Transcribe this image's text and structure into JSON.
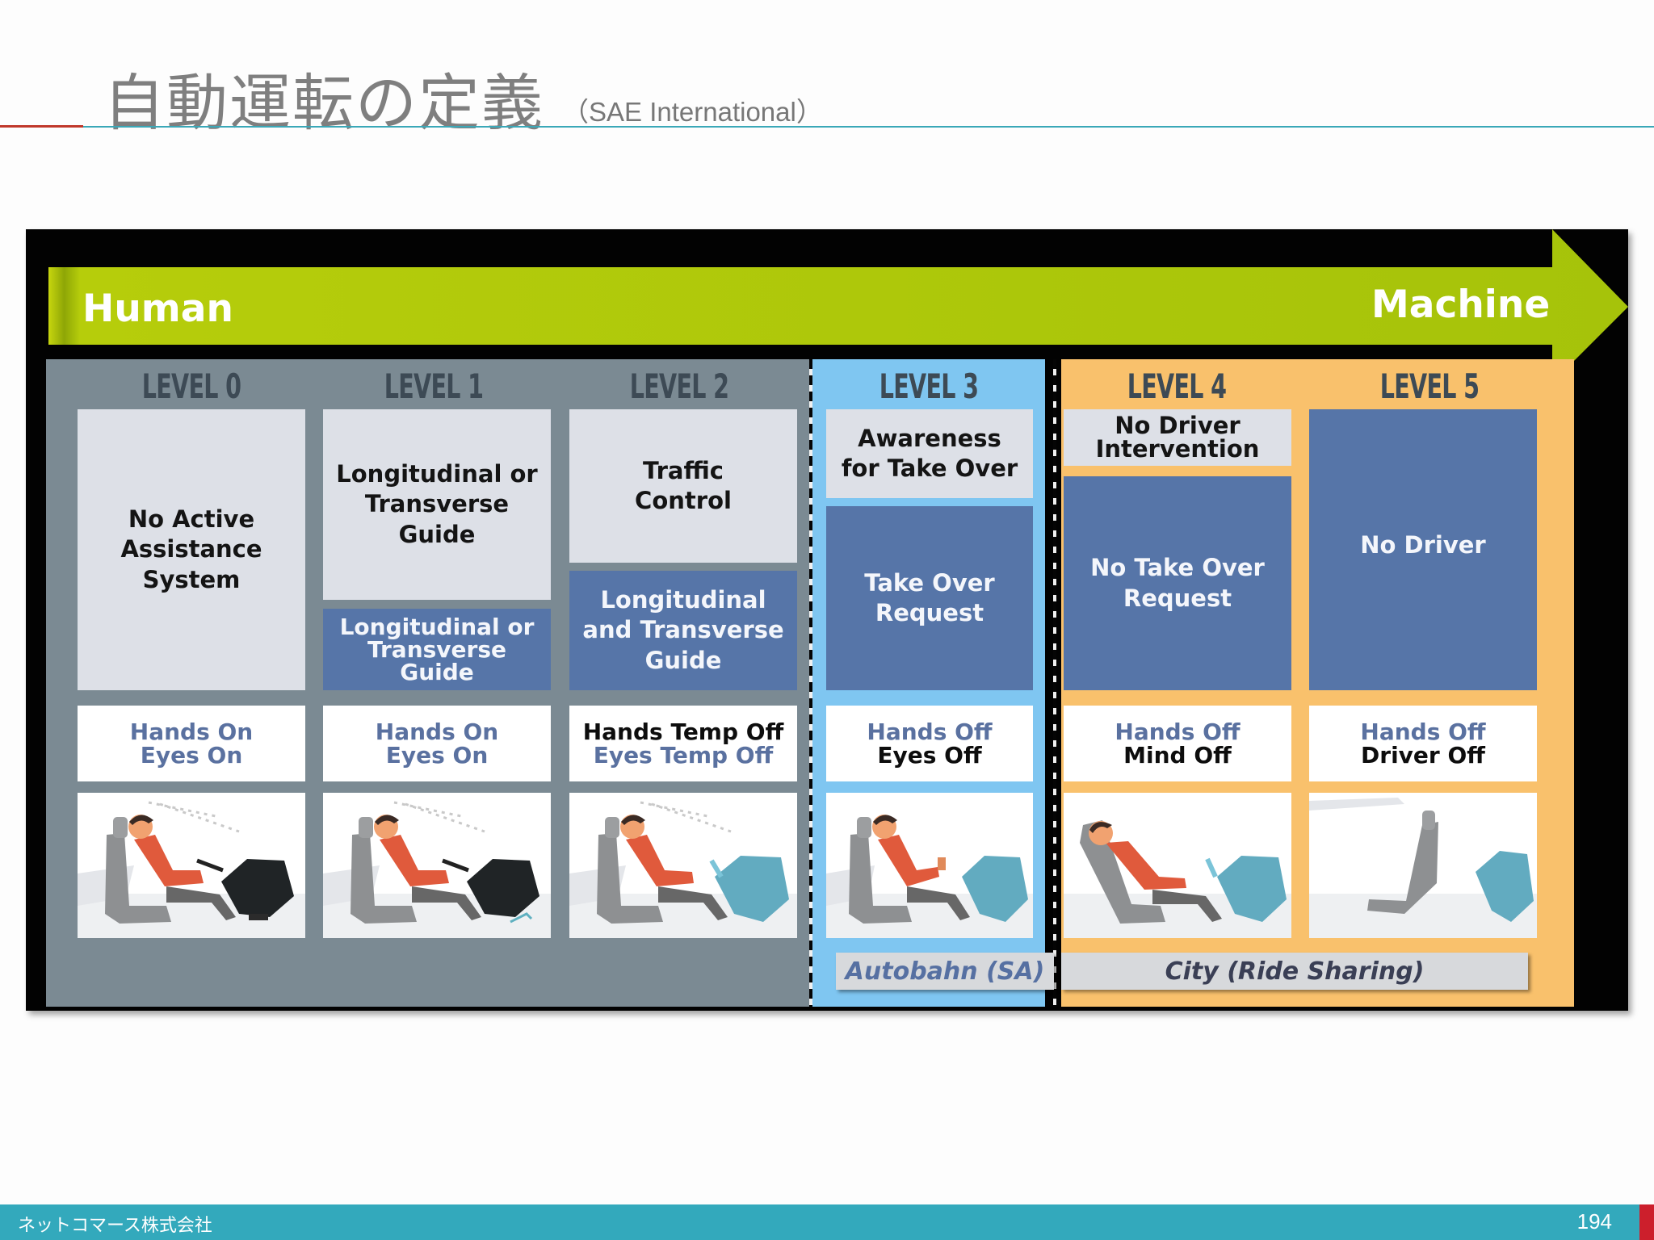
{
  "header": {
    "title": "自動運転の定義",
    "subtitle": "（SAE International）"
  },
  "arrow": {
    "left_label": "Human",
    "right_label": "Machine"
  },
  "levels": [
    {
      "label": "LEVEL 0",
      "top_text": "No Active\nAssistance\nSystem",
      "bottom_text": "",
      "hands_line1": "Hands On",
      "hands_line2": "Eyes On"
    },
    {
      "label": "LEVEL 1",
      "top_text": "Longitudinal or\nTransverse\nGuide",
      "bottom_text": "Longitudinal or\nTransverse\nGuide",
      "hands_line1": "Hands On",
      "hands_line2": "Eyes On"
    },
    {
      "label": "LEVEL 2",
      "top_text": "Traffic\nControl",
      "bottom_text": "Longitudinal\nand Transverse\nGuide",
      "hands_line1": "Hands Temp Off",
      "hands_line2": "Eyes Temp Off"
    },
    {
      "label": "LEVEL 3",
      "top_text": "Awareness\nfor Take Over",
      "bottom_text": "Take Over\nRequest",
      "hands_line1": "Hands Off",
      "hands_line2": "Eyes Off"
    },
    {
      "label": "LEVEL 4",
      "top_text": "No Driver\nIntervention",
      "bottom_text": "No Take Over\nRequest",
      "hands_line1": "Hands Off",
      "hands_line2": "Mind Off"
    },
    {
      "label": "LEVEL 5",
      "top_text": "",
      "bottom_text": "No Driver",
      "hands_line1": "Hands Off",
      "hands_line2": "Driver Off"
    }
  ],
  "footer_labels": {
    "autobahn": "Autobahn (SA)",
    "city": "City (Ride Sharing)"
  },
  "colors": {
    "arrow": "#a9c70a",
    "human_panel": "#7b8a93",
    "level3_panel": "#7fc6f1",
    "machine_panel": "#f9c16c",
    "dark_box": "#5675a8",
    "light_box": "#dde0e7"
  },
  "footer": {
    "company": "ネットコマース株式会社",
    "page_number": "194"
  }
}
